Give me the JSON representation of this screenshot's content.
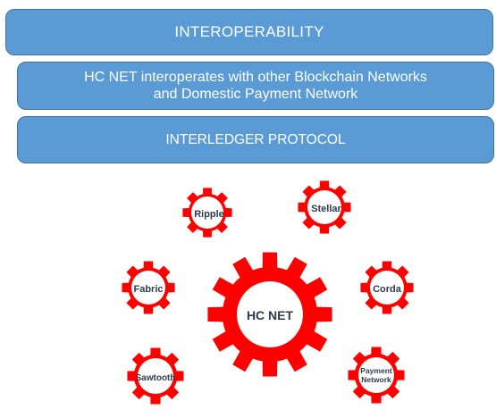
{
  "banners": {
    "title": "INTEROPERABILITY",
    "description_line1": "HC NET interoperates with other Blockchain Networks",
    "description_line2": "and Domestic Payment Network",
    "protocol": "INTERLEDGER PROTOCOL"
  },
  "gears": {
    "center": "HC NET",
    "ripple": "Ripple",
    "stellar": "Stellar",
    "fabric": "Fabric",
    "corda": "Corda",
    "sawtooth": "Sawtooth",
    "payment_line1": "Payment",
    "payment_line2": "Network"
  },
  "colors": {
    "banner": "#5b9bd5",
    "banner_border": "#41719c",
    "gear": "#ff0000",
    "gear_hole": "#ffffff",
    "label": "#2e3b4e"
  }
}
